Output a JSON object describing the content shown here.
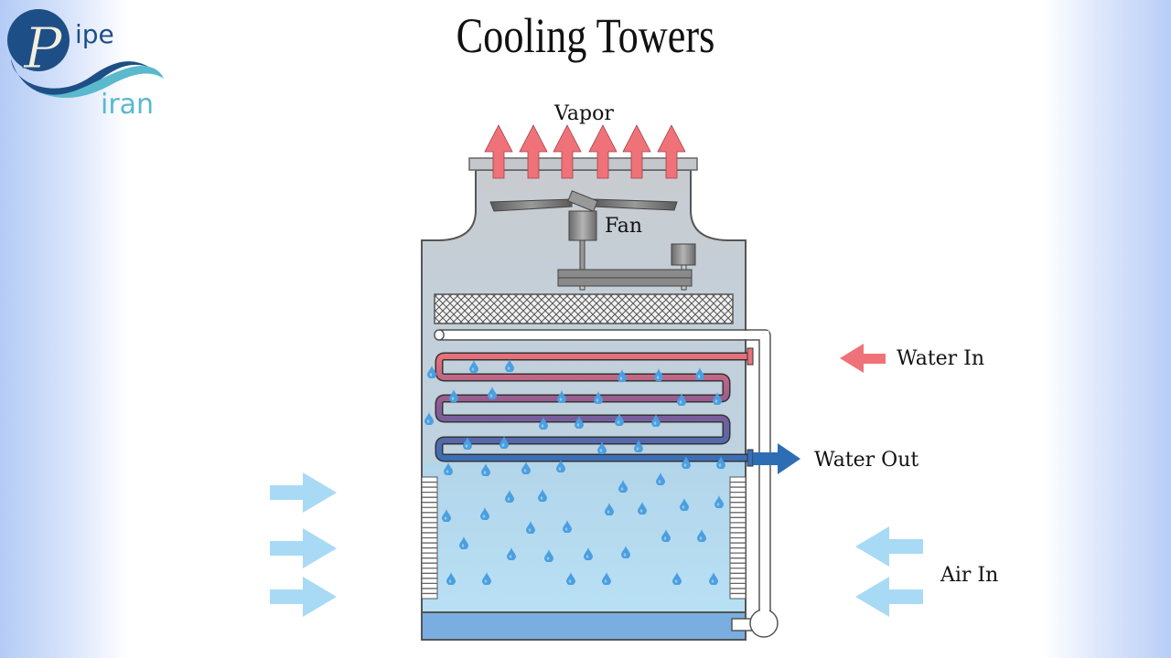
{
  "logo": {
    "letter": "P",
    "word_top": "ipe",
    "word_bottom": "iran",
    "colors": {
      "dark_blue": "#1d4f86",
      "light_teal": "#5ab9cc",
      "letter_fill": "#f4efe0"
    }
  },
  "title": "Cooling Towers",
  "labels": {
    "vapor": "Vapor",
    "fan": "Fan",
    "water_in": "Water In",
    "water_out": "Water Out",
    "air_in": "Air In"
  },
  "colors": {
    "vapor_arrow": "#f07279",
    "hot_pipe": "#e8707a",
    "cold_pipe": "#3a6fb8",
    "water_out_arrow": "#2d6db3",
    "air_arrow": "#a9daf5",
    "tower_body": "#c6ced6",
    "water_zone": "#b3dcf1",
    "basin": "#7aaee0",
    "droplet": "#4a9fe0"
  },
  "diagram": {
    "vapor_arrow_count": 6,
    "air_in_left_arrow_count": 3,
    "air_in_right_arrow_count": 2,
    "coil_passes": 4
  }
}
